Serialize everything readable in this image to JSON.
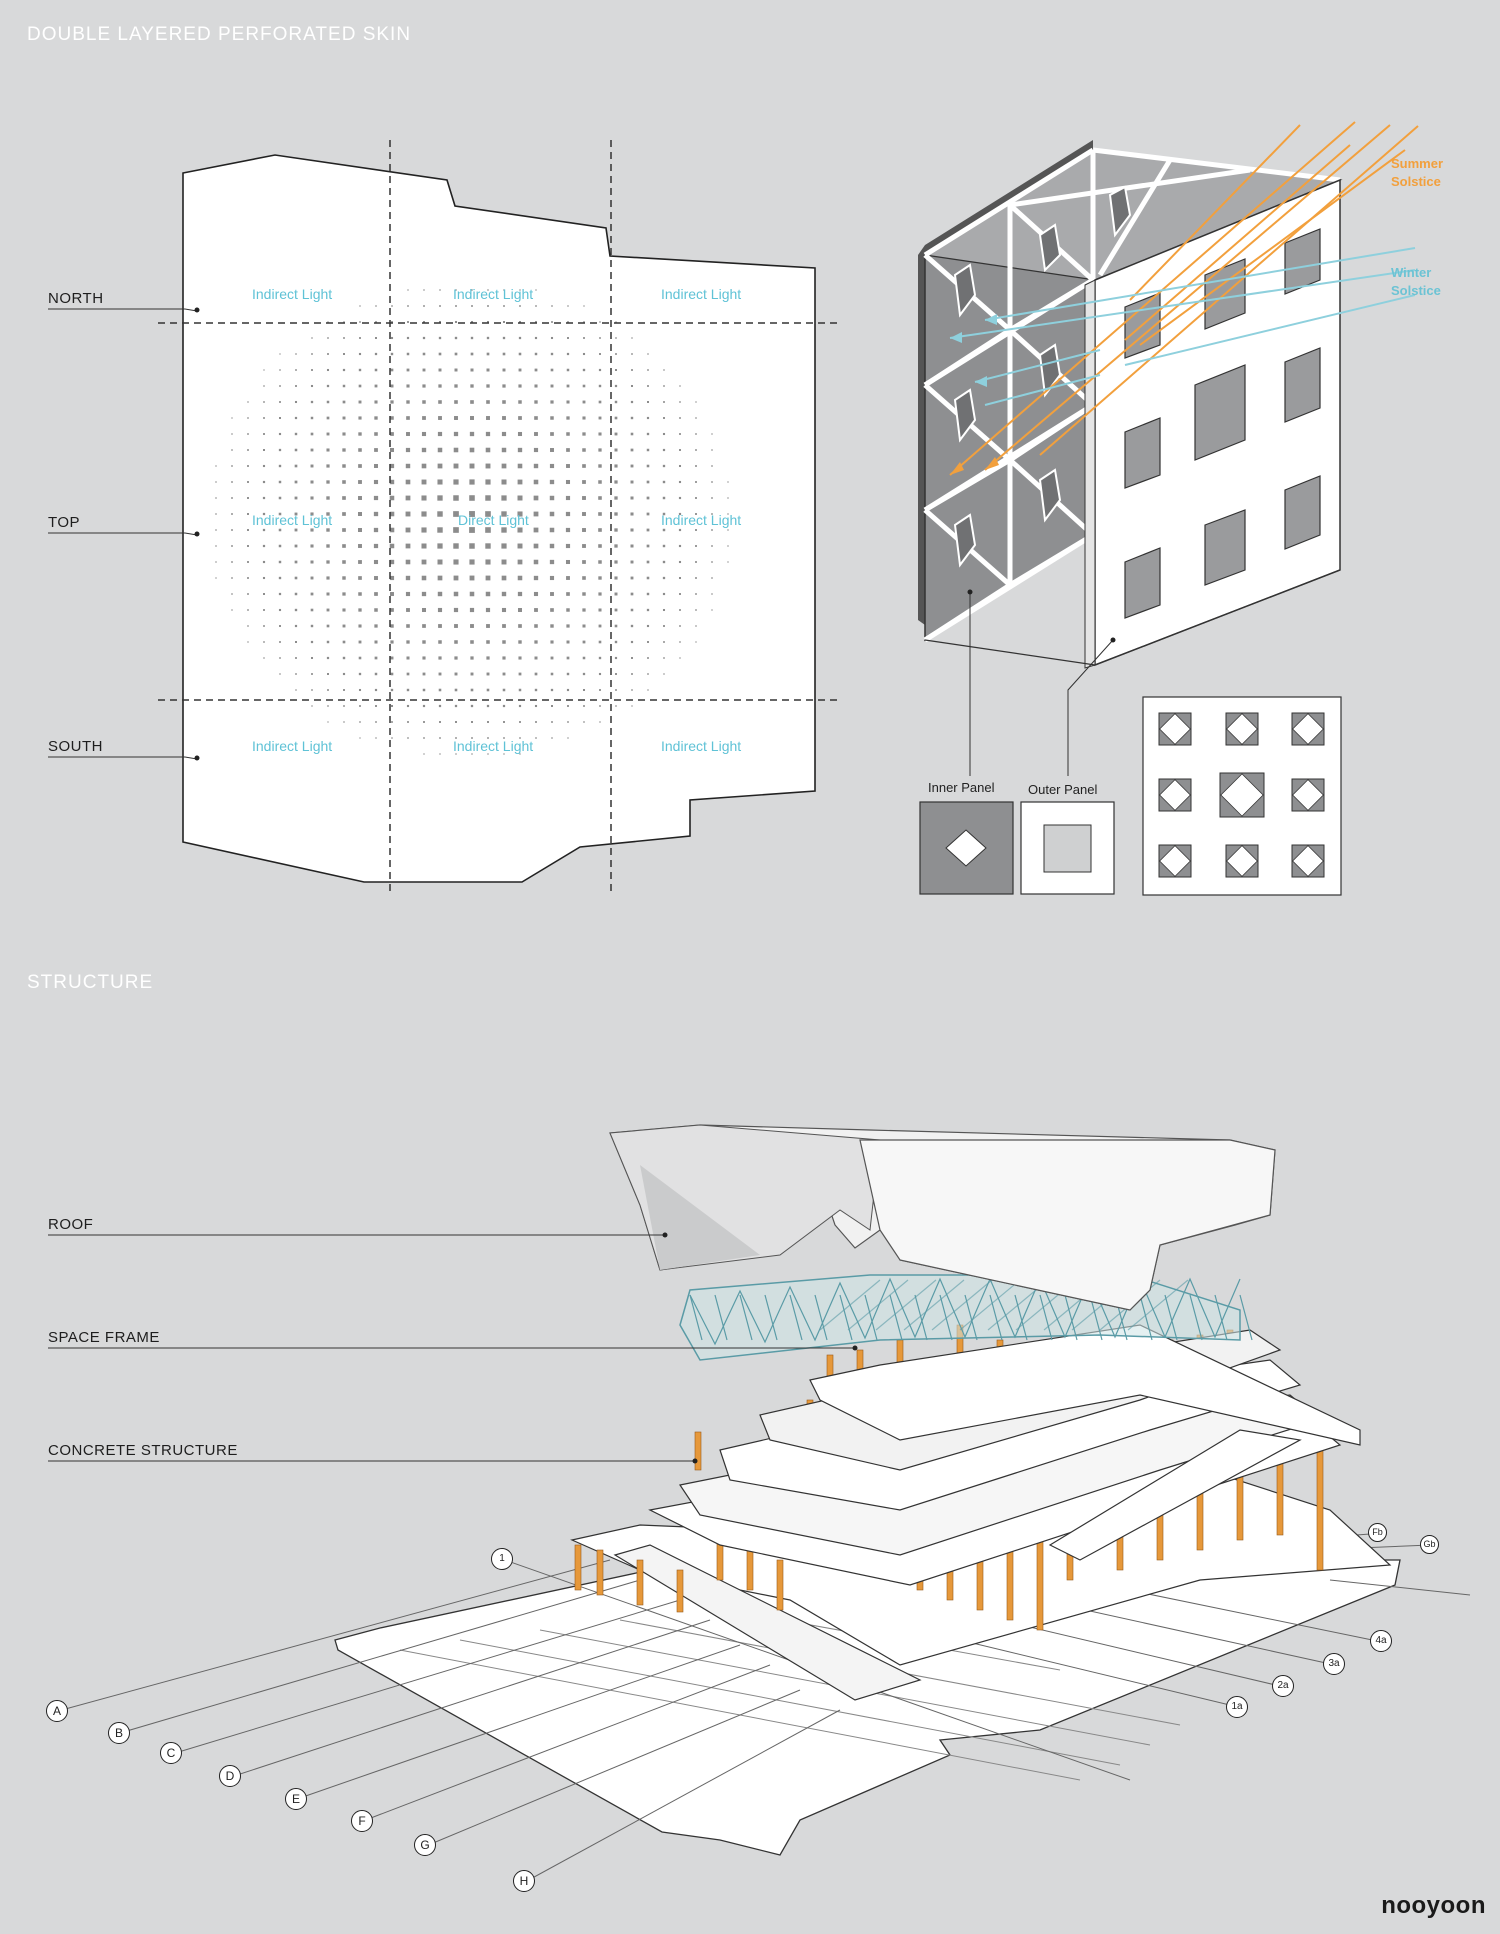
{
  "sections": {
    "skin_title": "DOUBLE LAYERED PERFORATED SKIN",
    "structure_title": "STRUCTURE"
  },
  "skin": {
    "north": "NORTH",
    "top": "TOP",
    "south": "SOUTH",
    "indirect_light": "Indirect Light",
    "direct_light": "Direct Light",
    "summer": [
      "Summer",
      "Solstice"
    ],
    "winter": [
      "Winter",
      "Solstice"
    ],
    "inner_panel": "Inner Panel",
    "outer_panel": "Outer Panel"
  },
  "structure": {
    "roof": "ROOF",
    "space_frame": "SPACE FRAME",
    "concrete": "CONCRETE STRUCTURE",
    "grid_letters": [
      "A",
      "B",
      "C",
      "D",
      "E",
      "F",
      "G",
      "H"
    ],
    "grid_numbers": [
      "1",
      "1a",
      "2a",
      "3a",
      "4a",
      "Fb",
      "Gb"
    ]
  },
  "colors": {
    "background": "#d8d9da",
    "light_blue": "#5fc2d6",
    "summer_orange": "#f2a03d",
    "column_orange": "#e6983a"
  },
  "brand": "nooyoon"
}
